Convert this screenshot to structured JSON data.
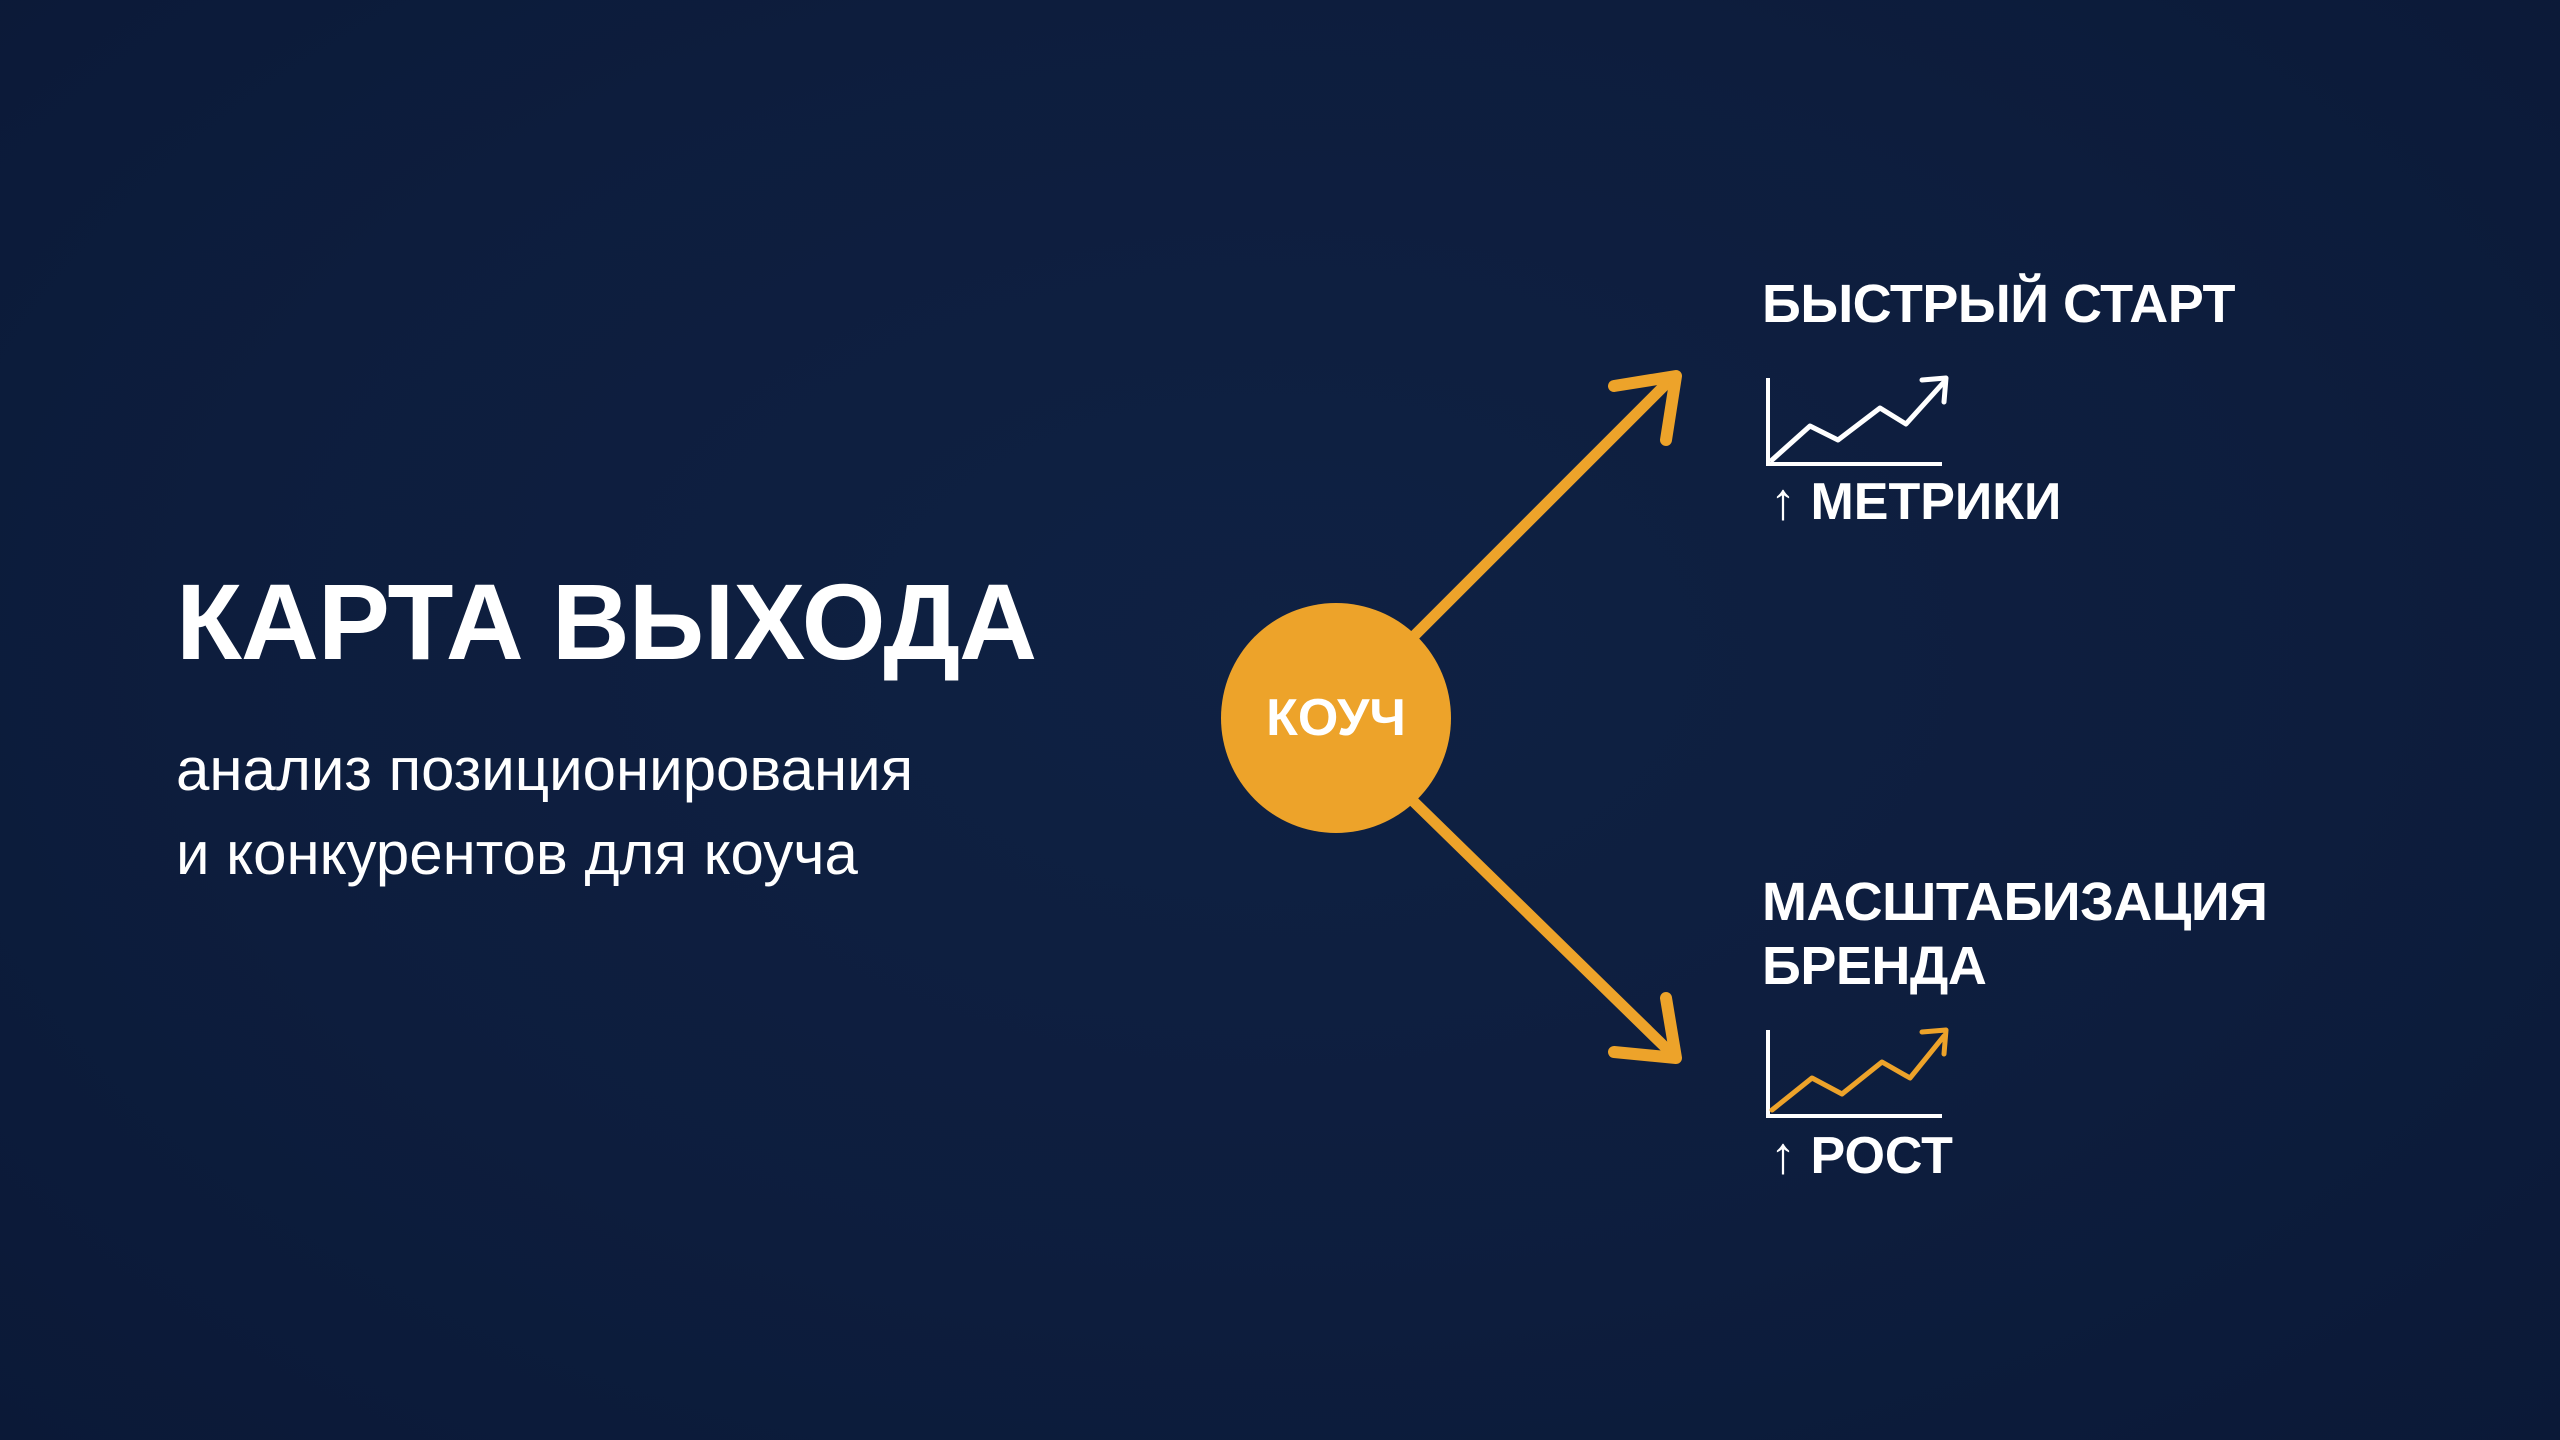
{
  "title": "КАРТА ВЫХОДА",
  "subtitle": {
    "line1": "анализ позиционирования",
    "line2": "и конкурентов для коуча"
  },
  "center_node": {
    "label": "КОУЧ",
    "color": "#eda32a"
  },
  "branches": [
    {
      "title_lines": [
        "БЫСТРЫЙ СТАРТ"
      ],
      "metric": "↑ МЕТРИКИ",
      "trend_color": "#ffffff",
      "trend_icon": "trend-up-chart-icon"
    },
    {
      "title_lines": [
        "МАСШТАБИЗАЦИЯ",
        "БРЕНДА"
      ],
      "metric": "↑ РОСТ",
      "trend_color": "#eda32a",
      "trend_icon": "trend-up-chart-icon"
    }
  ],
  "colors": {
    "background": "#0d1d3d",
    "accent": "#eda32a",
    "text": "#ffffff"
  }
}
